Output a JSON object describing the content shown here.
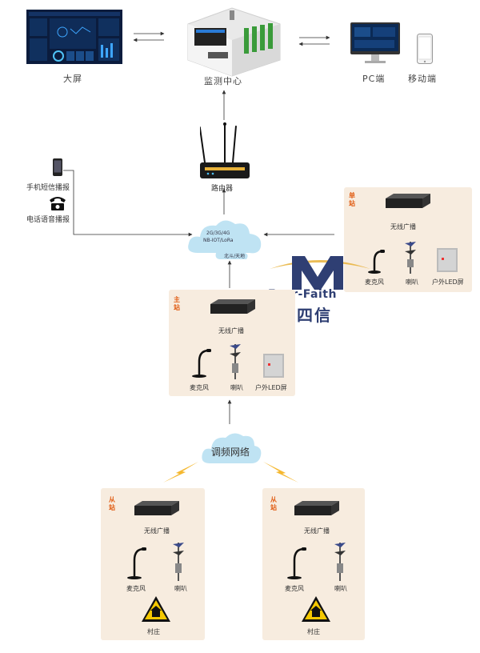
{
  "top": {
    "big_screen": "大屏",
    "monitoring_center": "监测中心",
    "pc": "PC端",
    "mobile": "移动端"
  },
  "router": "路由器",
  "phone": {
    "mobile_phone": "手机短信播报",
    "telephone": "电话语音播报"
  },
  "cloud_main": {
    "line1": "2G/3G/4G",
    "line2": "NB-IOT/LoRa",
    "line3": "北斗/天地"
  },
  "brand": {
    "name": "Four-Faith",
    "cn": "四信"
  },
  "single_station": {
    "tag": "单站",
    "device": "无线广播",
    "mic": "麦克风",
    "horn": "喇叭",
    "led": "户外LED屏"
  },
  "main_station": {
    "tag": "主站",
    "device": "无线广播",
    "mic": "麦克风",
    "horn": "喇叭",
    "led": "户外LED屏"
  },
  "fm_network": "调频网络",
  "slave_left": {
    "tag": "从站",
    "device": "无线广播",
    "mic": "麦克风",
    "horn": "喇叭",
    "village": "村庄"
  },
  "slave_right": {
    "tag": "从站",
    "device": "无线广播",
    "mic": "麦克风",
    "horn": "喇叭",
    "village": "村庄"
  },
  "colors": {
    "panel_bg": "#f7ecdf",
    "tag_orange": "#e05a10",
    "cloud_blue": "#bfe3f3",
    "lightning": "#f5b830",
    "brand_navy": "#2f3f73",
    "brand_gold": "#e8b23a"
  }
}
